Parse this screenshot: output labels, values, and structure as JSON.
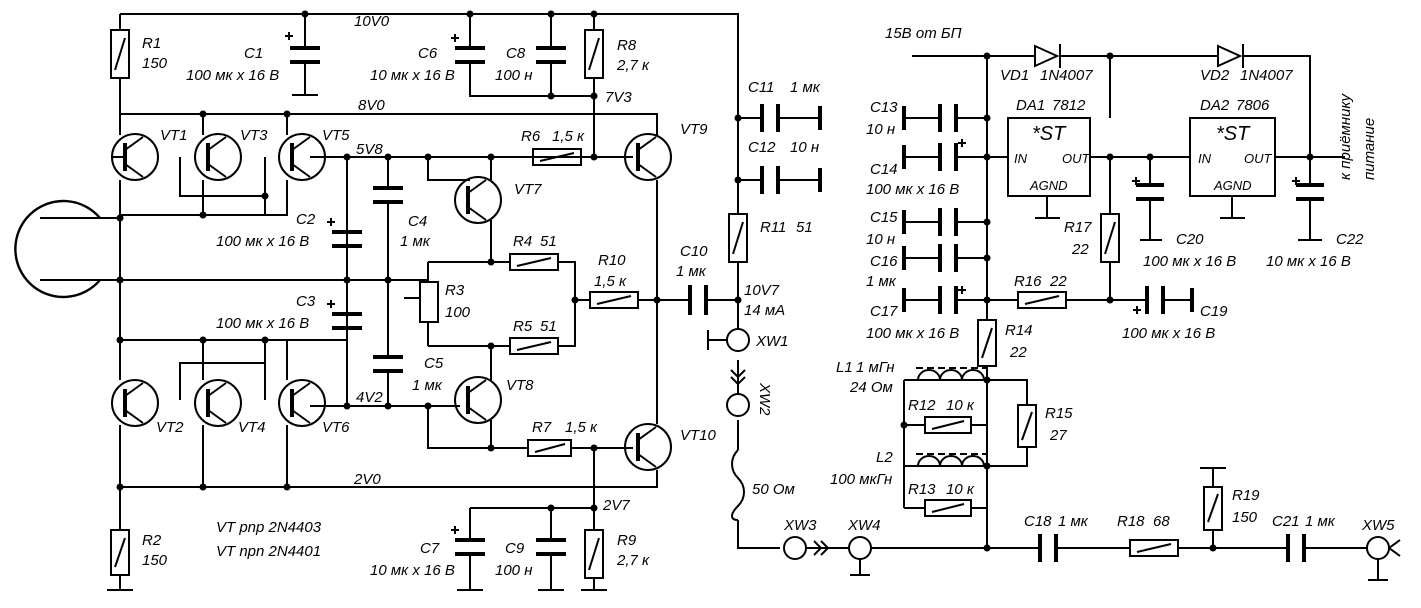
{
  "nets": {
    "v10v0": "10V0",
    "v8v0": "8V0",
    "v5v8": "5V8",
    "v4v2": "4V2",
    "v2v0": "2V0",
    "v7v3": "7V3",
    "v2v7": "2V7",
    "v10v7": "10V7",
    "i14ma": "14 мА",
    "supply": "15В от БП"
  },
  "resistors": {
    "r1": {
      "name": "R1",
      "value": "150"
    },
    "r2": {
      "name": "R2",
      "value": "150"
    },
    "r3": {
      "name": "R3",
      "value": "100"
    },
    "r4": {
      "name": "R4",
      "value": "51"
    },
    "r5": {
      "name": "R5",
      "value": "51"
    },
    "r6": {
      "name": "R6",
      "value": "1,5 к"
    },
    "r7": {
      "name": "R7",
      "value": "1,5 к"
    },
    "r8": {
      "name": "R8",
      "value": "2,7 к"
    },
    "r9": {
      "name": "R9",
      "value": "2,7 к"
    },
    "r10": {
      "name": "R10",
      "value": "1,5 к"
    },
    "r11": {
      "name": "R11",
      "value": "51"
    },
    "r12": {
      "name": "R12",
      "value": "10 к"
    },
    "r13": {
      "name": "R13",
      "value": "10 к"
    },
    "r14": {
      "name": "R14",
      "value": "22"
    },
    "r15": {
      "name": "R15",
      "value": "27"
    },
    "r16": {
      "name": "R16",
      "value": "22"
    },
    "r17": {
      "name": "R17",
      "value": "22"
    },
    "r18": {
      "name": "R18",
      "value": "68"
    },
    "r19": {
      "name": "R19",
      "value": "150"
    }
  },
  "capacitors": {
    "c1": {
      "name": "C1",
      "value": "100 мк х 16 В"
    },
    "c2": {
      "name": "C2",
      "value": "100 мк х 16 В"
    },
    "c3": {
      "name": "C3",
      "value": "100 мк х 16 В"
    },
    "c4": {
      "name": "C4",
      "value": "1 мк"
    },
    "c5": {
      "name": "C5",
      "value": "1 мк"
    },
    "c6": {
      "name": "C6",
      "value": "10 мк х 16 В"
    },
    "c7": {
      "name": "C7",
      "value": "10 мк х 16 В"
    },
    "c8": {
      "name": "C8",
      "value": "100 н"
    },
    "c9": {
      "name": "C9",
      "value": "100 н"
    },
    "c10": {
      "name": "C10",
      "value": "1 мк"
    },
    "c11": {
      "name": "C11",
      "value": "1 мк"
    },
    "c12": {
      "name": "C12",
      "value": "10 н"
    },
    "c13": {
      "name": "C13",
      "value": "10 н"
    },
    "c14": {
      "name": "C14",
      "value": "100 мк х 16 В"
    },
    "c15": {
      "name": "C15",
      "value": "10 н"
    },
    "c16": {
      "name": "C16",
      "value": "1 мк"
    },
    "c17": {
      "name": "C17",
      "value": "100 мк х 16 В"
    },
    "c18": {
      "name": "C18",
      "value": "1 мк"
    },
    "c19": {
      "name": "C19",
      "value": "100 мк х 16 В"
    },
    "c20": {
      "name": "C20",
      "value": "100 мк х 16 В"
    },
    "c21": {
      "name": "C21",
      "value": "1 мк"
    },
    "c22": {
      "name": "C22",
      "value": "10 мк х 16 В"
    }
  },
  "transistors": {
    "vt1": "VT1",
    "vt2": "VT2",
    "vt3": "VT3",
    "vt4": "VT4",
    "vt5": "VT5",
    "vt6": "VT6",
    "vt7": "VT7",
    "vt8": "VT8",
    "vt9": "VT9",
    "vt10": "VT10"
  },
  "inductors": {
    "l1": {
      "name": "L1",
      "value": "1 мГн",
      "value2": "24 Ом"
    },
    "l2": {
      "name": "L2",
      "value": "100 мкГн"
    }
  },
  "diodes": {
    "vd1": {
      "name": "VD1",
      "part": "1N4007"
    },
    "vd2": {
      "name": "VD2",
      "part": "1N4007"
    }
  },
  "regulators": {
    "da1": {
      "name": "DA1",
      "part": "7812",
      "logo": "*ST",
      "pin_in": "IN",
      "pin_out": "OUT",
      "pin_gnd": "AGND"
    },
    "da2": {
      "name": "DA2",
      "part": "7806",
      "logo": "*ST",
      "pin_in": "IN",
      "pin_out": "OUT",
      "pin_gnd": "AGND"
    }
  },
  "connectors": {
    "xw1": "XW1",
    "xw2": "XW2",
    "xw3": "XW3",
    "xw4": "XW4",
    "xw5": "XW5"
  },
  "cable": "50 Ом",
  "notes": {
    "pnp": "VT pnp 2N4403",
    "npn": "VT npn 2N4401",
    "to_receiver_1": "к приёмнику",
    "to_receiver_2": "питание"
  }
}
